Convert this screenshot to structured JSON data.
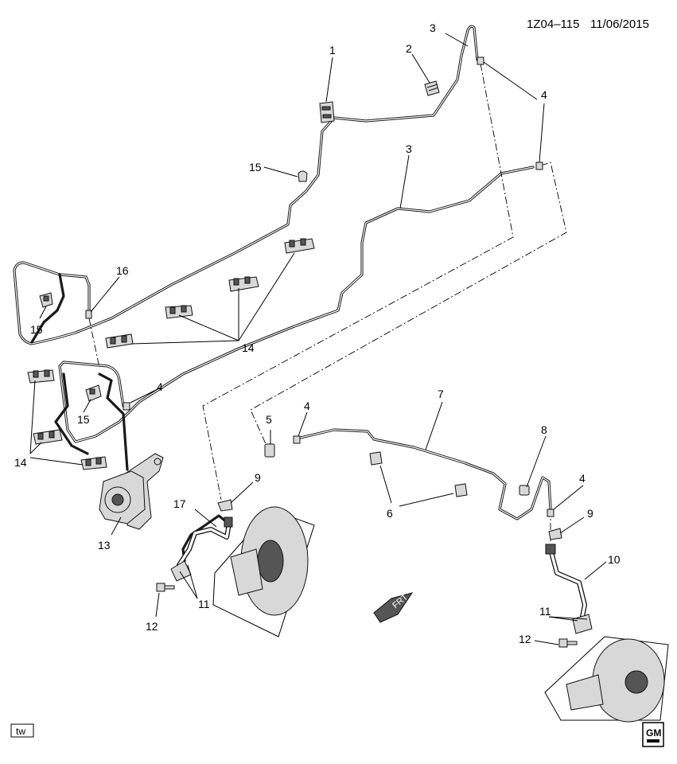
{
  "header": {
    "ref_code": "1Z04–115",
    "date": "11/06/2015"
  },
  "callouts": [
    {
      "id": "c1",
      "label": "1"
    },
    {
      "id": "c2",
      "label": "2"
    },
    {
      "id": "c3a",
      "label": "3"
    },
    {
      "id": "c3b",
      "label": "3"
    },
    {
      "id": "c4a",
      "label": "4"
    },
    {
      "id": "c4b",
      "label": "4"
    },
    {
      "id": "c4c",
      "label": "4"
    },
    {
      "id": "c4d",
      "label": "4"
    },
    {
      "id": "c5",
      "label": "5"
    },
    {
      "id": "c6",
      "label": "6"
    },
    {
      "id": "c7",
      "label": "7"
    },
    {
      "id": "c8",
      "label": "8"
    },
    {
      "id": "c9a",
      "label": "9"
    },
    {
      "id": "c9b",
      "label": "9"
    },
    {
      "id": "c10",
      "label": "10"
    },
    {
      "id": "c11a",
      "label": "11"
    },
    {
      "id": "c11b",
      "label": "11"
    },
    {
      "id": "c12a",
      "label": "12"
    },
    {
      "id": "c12b",
      "label": "12"
    },
    {
      "id": "c13",
      "label": "13"
    },
    {
      "id": "c14a",
      "label": "14"
    },
    {
      "id": "c14b",
      "label": "14"
    },
    {
      "id": "c15a",
      "label": "15"
    },
    {
      "id": "c15b",
      "label": "15"
    },
    {
      "id": "c15c",
      "label": "15"
    },
    {
      "id": "c16",
      "label": "16"
    },
    {
      "id": "c17",
      "label": "17"
    }
  ],
  "frt_label": "FRT",
  "footer": {
    "tw_label": "tw",
    "logo_text": "GM"
  }
}
